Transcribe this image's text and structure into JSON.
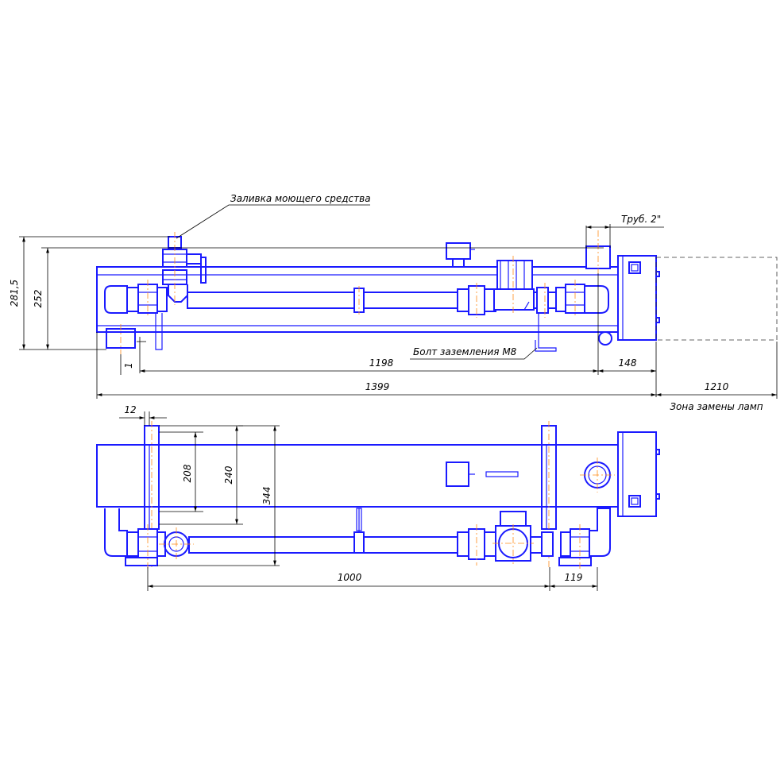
{
  "labels": {
    "detergent_fill": "Заливка моющего средства",
    "pipe_size": "Труб. 2\"",
    "ground_bolt": "Болт заземления М8",
    "lamp_zone": "Зона замены ламп"
  },
  "dimensions": {
    "front": {
      "overall_height": "281,5",
      "body_height": "252",
      "offset": "1",
      "inlet_spacing": "1198",
      "head_offset": "148",
      "overall_length": "1399",
      "lamp_zone_length": "1210"
    },
    "top": {
      "bracket": "12",
      "inner_width": "208",
      "mid_width": "240",
      "overall_width": "344",
      "pipe_length": "1000",
      "end_offset": "119"
    }
  },
  "colors": {
    "part": "#1a1aff",
    "centerline": "#ff8c1a",
    "dimension": "#000000"
  }
}
